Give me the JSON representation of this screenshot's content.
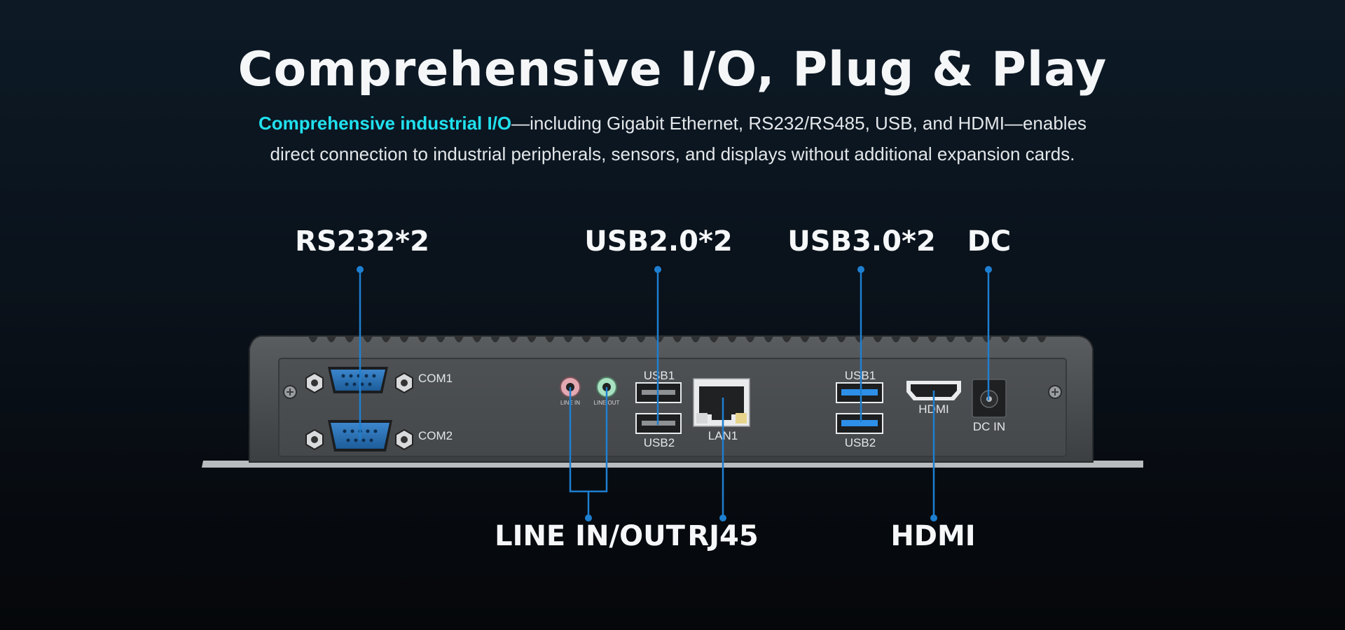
{
  "header": {
    "title": "Comprehensive I/O, Plug & Play",
    "subtitle_highlight": "Comprehensive industrial I/O",
    "subtitle_line1_rest": "—including Gigabit Ethernet, RS232/RS485, USB, and HDMI—enables",
    "subtitle_line2": "direct connection to industrial peripherals, sensors, and displays without additional expansion cards."
  },
  "callouts": {
    "rs232": "RS232*2",
    "usb20": "USB2.0*2",
    "usb30": "USB3.0*2",
    "dc": "DC",
    "line_in_out": "LINE IN/OUT",
    "rj45": "RJ45",
    "hdmi": "HDMI"
  },
  "panel_labels": {
    "com1": "COM1",
    "com2": "COM2",
    "line_in": "LINE IN",
    "line_out": "LINE OUT",
    "usb1_a": "USB1",
    "usb2_a": "USB2",
    "lan1": "LAN1",
    "usb1_b": "USB1",
    "usb2_b": "USB2",
    "hdmi": "HDMI",
    "dc_in": "DC IN"
  },
  "colors": {
    "accent_cyan": "#20e0ee",
    "leader_blue": "#1e7fd0",
    "serial_blue": "#2a6fb0",
    "usb3_blue": "#2d8fe8",
    "chassis": "#4a4d50"
  }
}
